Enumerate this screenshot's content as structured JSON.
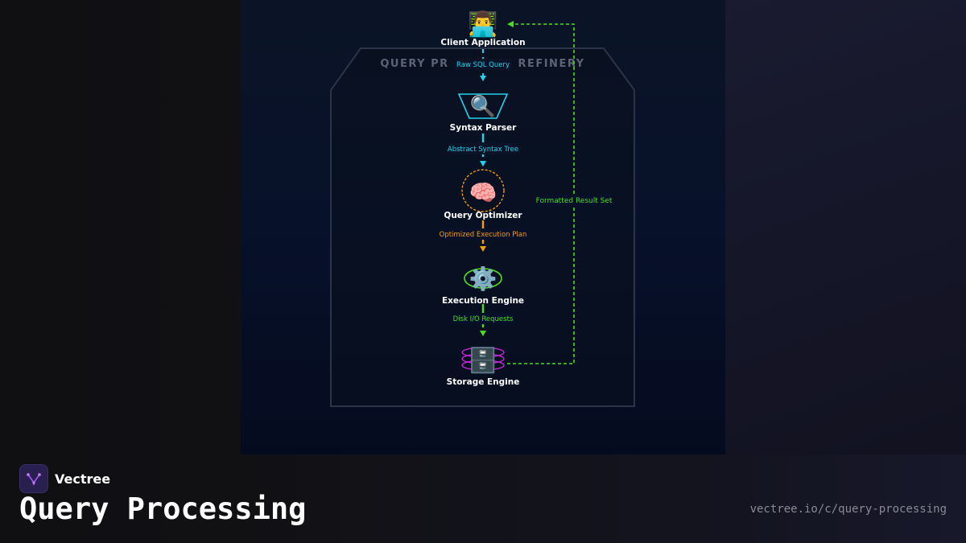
{
  "diagram": {
    "title_left": "QUERY PR",
    "title_right": "REFINERY",
    "nodes": [
      {
        "label": "Client Application",
        "icon": "👨‍💻",
        "icon_name": "developer-icon"
      },
      {
        "label": "Syntax Parser",
        "icon": "🔍",
        "icon_name": "magnifier-icon"
      },
      {
        "label": "Query Optimizer",
        "icon": "🧠",
        "icon_name": "brain-icon"
      },
      {
        "label": "Execution Engine",
        "icon": "⚙️",
        "icon_name": "gear-icon"
      },
      {
        "label": "Storage Engine",
        "icon": "🗄️",
        "icon_name": "file-cabinet-icon"
      }
    ],
    "edges": [
      {
        "label": "Raw SQL Query",
        "color": "#22d3ee"
      },
      {
        "label": "Abstract Syntax Tree",
        "color": "#22d3ee"
      },
      {
        "label": "Optimized Execution Plan",
        "color": "#f59e0b"
      },
      {
        "label": "Disk I/O Requests",
        "color": "#4ade20"
      }
    ],
    "return_edge": {
      "label": "Formatted Result Set",
      "color": "#4ade20"
    },
    "colors": {
      "frame": "#2b3448",
      "title": "#6b7280",
      "node_text": "#ffffff",
      "parser": "#22d3ee",
      "optimizer": "#f59e0b",
      "engine": "#4ade20",
      "storage": "#c026d3"
    }
  },
  "footer": {
    "brand": "Vectree",
    "title": "Query Processing",
    "url": "vectree.io/c/query-processing"
  }
}
